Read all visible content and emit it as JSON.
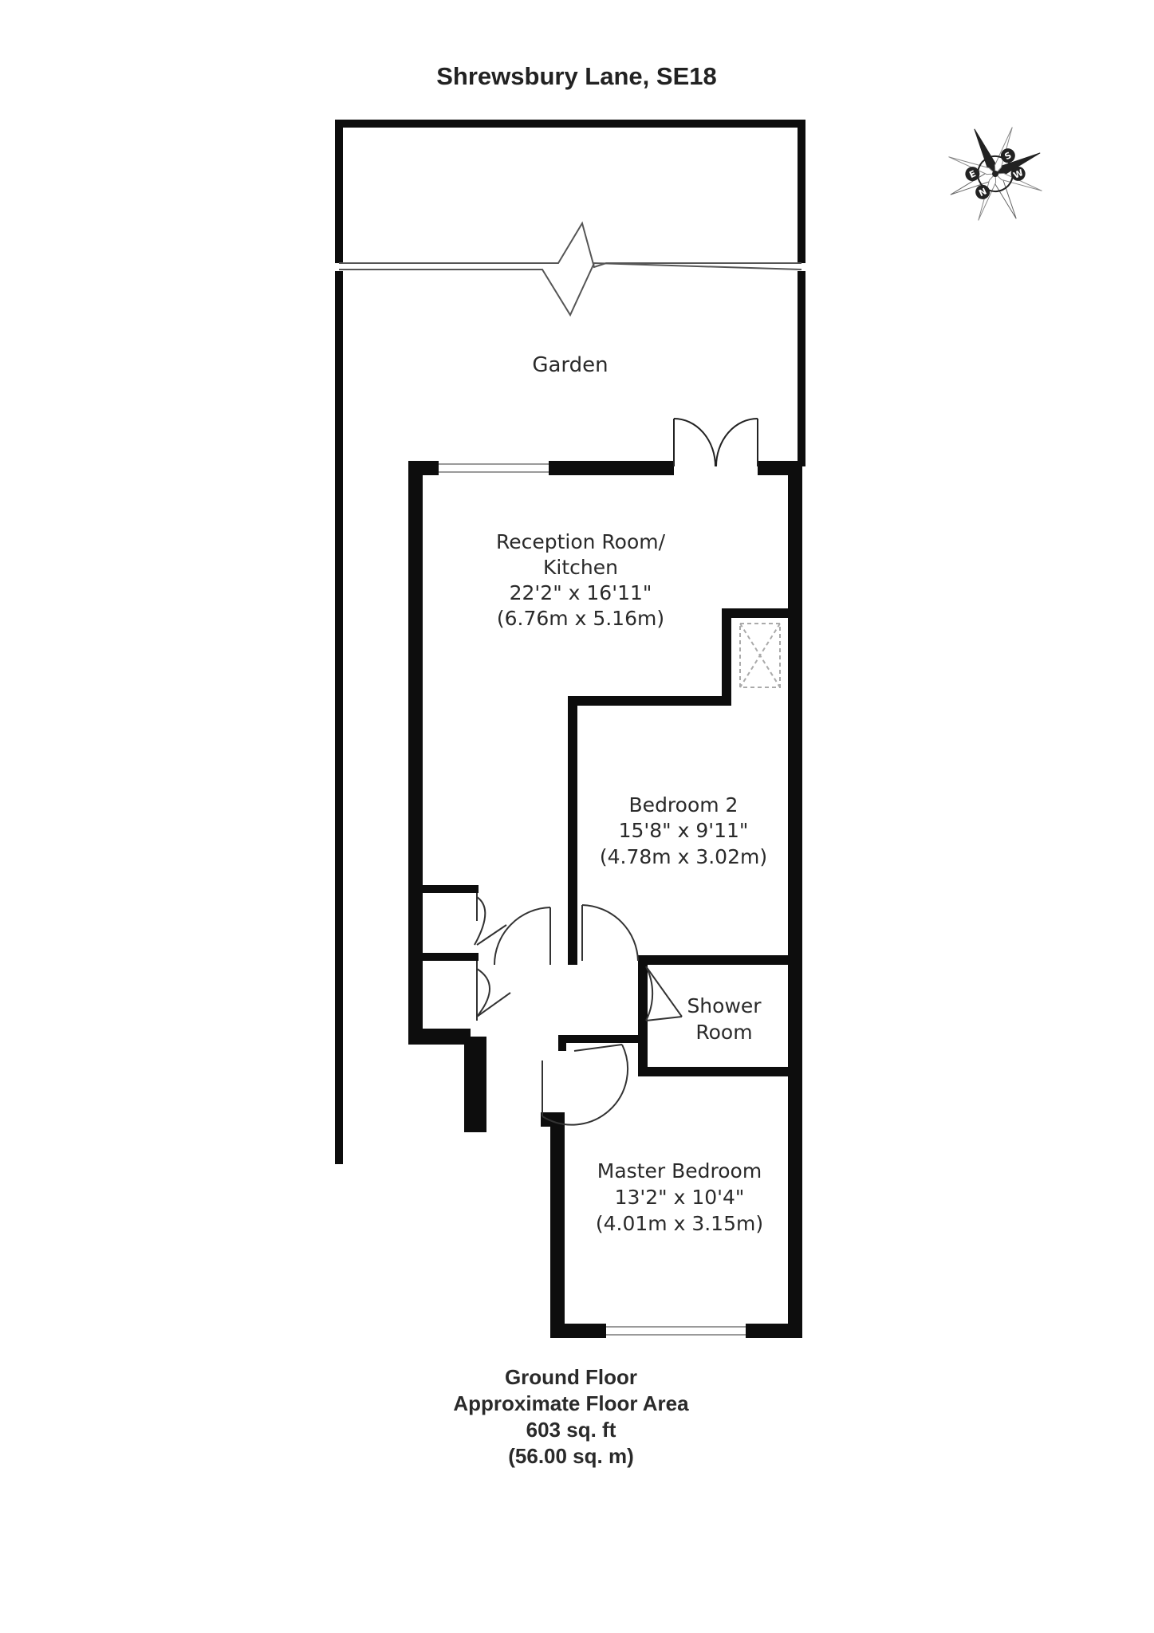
{
  "title": "Shrewsbury Lane, SE18",
  "garden": {
    "label": "Garden"
  },
  "rooms": [
    {
      "name_lines": [
        "Reception Room/",
        "Kitchen"
      ],
      "imperial": "22'2\" x 16'11\"",
      "metric": "(6.76m x 5.16m)"
    },
    {
      "name_lines": [
        "Bedroom 2"
      ],
      "imperial": "15'8\" x 9'11\"",
      "metric": "(4.78m x 3.02m)"
    },
    {
      "name_lines": [
        "Shower",
        "Room"
      ]
    },
    {
      "name_lines": [
        "Master Bedroom"
      ],
      "imperial": "13'2\" x 10'4\"",
      "metric": "(4.01m x 3.15m)"
    }
  ],
  "footer": {
    "floor": "Ground Floor",
    "area_label": "Approximate Floor Area",
    "area_sqft": "603 sq. ft",
    "area_sqm": "(56.00 sq. m)"
  },
  "compass": {
    "letters": [
      "E",
      "S",
      "N",
      "W"
    ]
  },
  "colors": {
    "wall": "#0d0d0d",
    "text": "#2a2a2a",
    "window": "#9a9a9a"
  }
}
